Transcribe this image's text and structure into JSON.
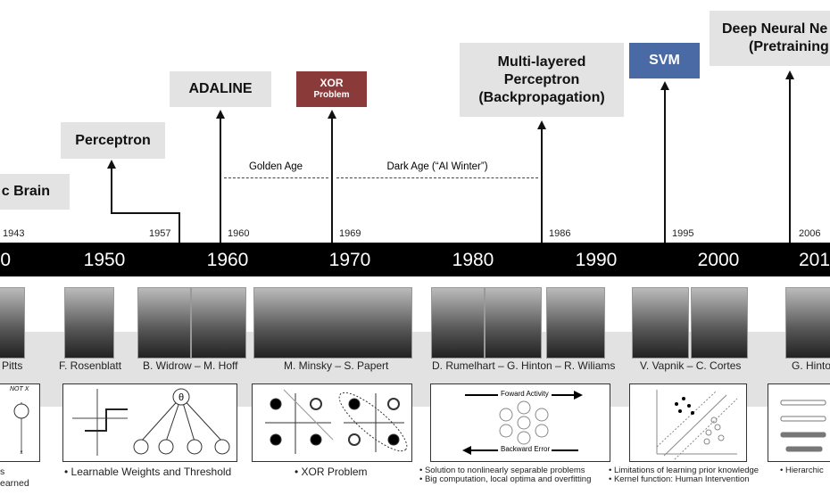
{
  "milestones": [
    {
      "label": "c Brain",
      "year": "1943"
    },
    {
      "label": "Perceptron",
      "year": "1957"
    },
    {
      "label": "ADALINE",
      "year": "1960"
    },
    {
      "label_line1": "XOR",
      "label_line2": "Problem",
      "year": "1969",
      "color": "#8b3a3a"
    },
    {
      "label_line1": "Multi-layered",
      "label_line2": "Perceptron",
      "label_line3": "(Backpropagation)",
      "year": "1986"
    },
    {
      "label": "SVM",
      "year": "1995",
      "color": "#4a6aa6"
    },
    {
      "label_line1": "Deep Neural Ne",
      "label_line2": "(Pretraining",
      "year": "2006"
    }
  ],
  "periods": {
    "golden": "Golden Age",
    "dark": "Dark Age (“AI Winter”)"
  },
  "decades": [
    "0",
    "1950",
    "1960",
    "1970",
    "1980",
    "1990",
    "2000",
    "201"
  ],
  "people": [
    "Pitts",
    "F. Rosenblatt",
    "B. Widrow – M. Hoff",
    "M. Minsky – S. Papert",
    "D. Rumelhart – G. Hinton – R. Wiliams",
    "V. Vapnik – C. Cortes",
    "G. Hinto"
  ],
  "diagrams": {
    "not_x": "NOT X",
    "theta": "θ",
    "forward": "Foward Activity",
    "backward": "Backward Error"
  },
  "captions": {
    "c0a": "s",
    "c0b": "earned",
    "c1": "•  Learnable Weights  and Threshold",
    "c2": "•  XOR Problem",
    "c3a": "•  Solution to nonlinearly separable problems",
    "c3b": "•  Big computation, local optima and overfitting",
    "c4a": "•  Limitations of learning prior knowledge",
    "c4b": "•  Kernel function: Human Intervention",
    "c5": "•  Hierarchic"
  }
}
